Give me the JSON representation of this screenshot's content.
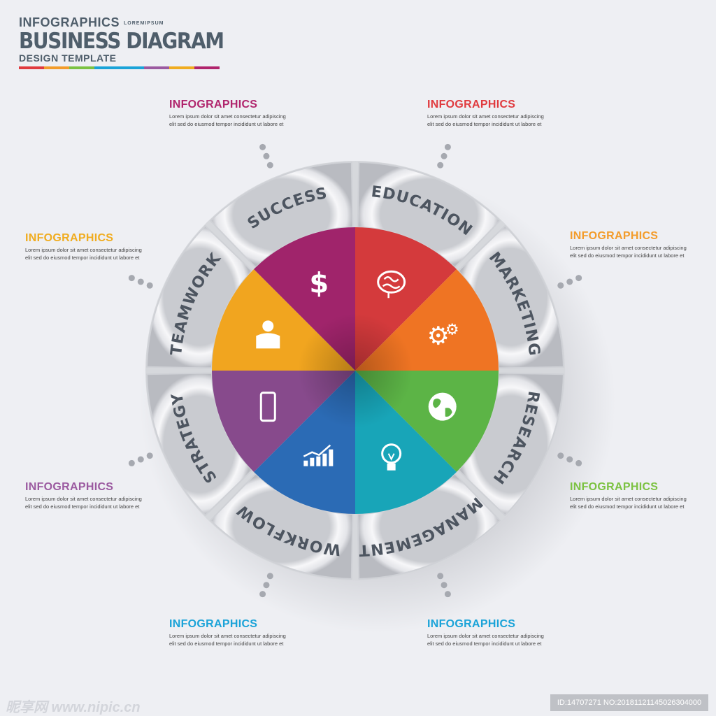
{
  "header": {
    "kicker": "INFOGRAPHICS",
    "kicker_small": "LOREMIPSUM",
    "title": "BUSINESS DIAGRAM",
    "subtitle": "DESIGN TEMPLATE",
    "bar_colors": [
      "#e03a3e",
      "#f39c2b",
      "#7cc242",
      "#1aa3d8",
      "#1aa3d8",
      "#9b5aa0",
      "#f0ac1f",
      "#b0246c"
    ]
  },
  "segments": [
    {
      "label": "EDUCATION",
      "icon": "brain-icon",
      "color": "#d43a3c"
    },
    {
      "label": "MARKETING",
      "icon": "gears-icon",
      "color": "#ef7423"
    },
    {
      "label": "RESEARCH",
      "icon": "globe-icon",
      "color": "#5cb446"
    },
    {
      "label": "MANAGEMENT",
      "icon": "lightbulb-icon",
      "color": "#18a5b8"
    },
    {
      "label": "WORKFLOW",
      "icon": "chart-icon",
      "color": "#2b6bb5"
    },
    {
      "label": "STRATEGY",
      "icon": "phone-icon",
      "color": "#874a8c"
    },
    {
      "label": "TEAMWORK",
      "icon": "person-icon",
      "color": "#f1a51f"
    },
    {
      "label": "SUCCESS",
      "icon": "dollar-icon",
      "color": "#a0246b"
    }
  ],
  "info_blocks": [
    {
      "title": "INFOGRAPHICS",
      "color": "#b0246c",
      "text": "Lorem ipsum dolor sit amet consectetur adipiscing elit sed do eiusmod tempor incididunt ut labore et"
    },
    {
      "title": "INFOGRAPHICS",
      "color": "#e03a3e",
      "text": "Lorem ipsum dolor sit amet consectetur adipiscing elit sed do eiusmod tempor incididunt ut labore et"
    },
    {
      "title": "INFOGRAPHICS",
      "color": "#f0ac1f",
      "text": "Lorem ipsum dolor sit amet consectetur adipiscing elit sed do eiusmod tempor incididunt ut labore et"
    },
    {
      "title": "INFOGRAPHICS",
      "color": "#f39c2b",
      "text": "Lorem ipsum dolor sit amet consectetur adipiscing elit sed do eiusmod tempor incididunt ut labore et"
    },
    {
      "title": "INFOGRAPHICS",
      "color": "#9b5aa0",
      "text": "Lorem ipsum dolor sit amet consectetur adipiscing elit sed do eiusmod tempor incididunt ut labore et"
    },
    {
      "title": "INFOGRAPHICS",
      "color": "#7cc242",
      "text": "Lorem ipsum dolor sit amet consectetur adipiscing elit sed do eiusmod tempor incididunt ut labore et"
    },
    {
      "title": "INFOGRAPHICS",
      "color": "#1aa3d8",
      "text": "Lorem ipsum dolor sit amet consectetur adipiscing elit sed do eiusmod tempor incididunt ut labore et"
    },
    {
      "title": "INFOGRAPHICS",
      "color": "#1aa3d8",
      "text": "Lorem ipsum dolor sit amet consectetur adipiscing elit sed do eiusmod tempor incididunt ut labore et"
    }
  ],
  "watermark": "昵享网 www.nipic.cn",
  "image_id": "ID:14707271 NO:20181121145026304000"
}
